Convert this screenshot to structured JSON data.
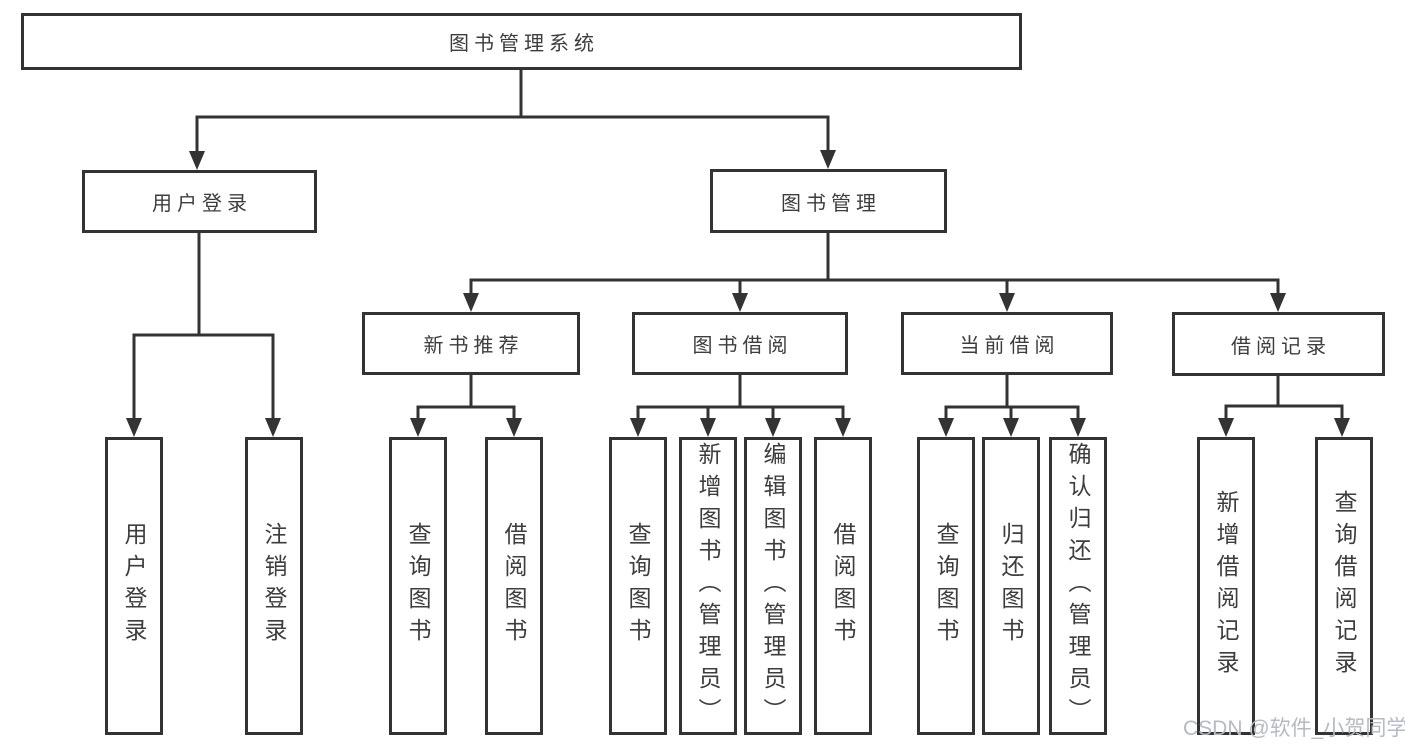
{
  "diagram": {
    "root": "图书管理系统",
    "level2": {
      "user": {
        "label": "用户登录",
        "children": [
          "用户登录",
          "注销登录"
        ]
      },
      "mgmt": {
        "label": "图书管理",
        "children": {
          "new_book": {
            "label": "新书推荐",
            "children": [
              "查询图书",
              "借阅图书"
            ]
          },
          "borrow": {
            "label": "图书借阅",
            "children": [
              "查询图书",
              "新增图书（管理员）",
              "编辑图书（管理员）",
              "借阅图书"
            ]
          },
          "current": {
            "label": "当前借阅",
            "children": [
              "查询图书",
              "归还图书",
              "确认归还（管理员）"
            ]
          },
          "records": {
            "label": "借阅记录",
            "children": [
              "新增借阅记录",
              "查询借阅记录"
            ]
          }
        }
      }
    }
  },
  "watermark": "CSDN @软件_小贺同学",
  "colors": {
    "line": "#333333",
    "text": "#3d3d3d",
    "watermark": "#b5bac3",
    "background": "#ffffff"
  }
}
